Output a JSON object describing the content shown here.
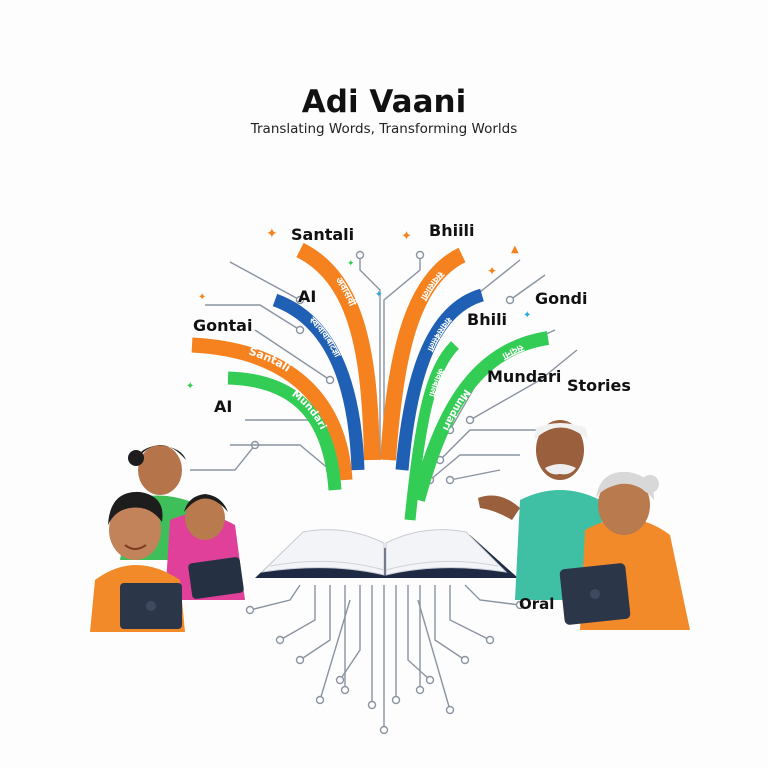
{
  "header": {
    "title": "Adi Vaani",
    "subtitle": "Translating Words, Transforming Worlds"
  },
  "labels": {
    "santali_top": "Santali",
    "bhiili": "Bhiili",
    "ai_top": "AI",
    "gontai": "Gontai",
    "gondi": "Gondi",
    "bhili": "Bhili",
    "mundari": "Mundari",
    "stories": "Stories",
    "ai_left": "AI",
    "oral": "Oral"
  },
  "ribbons": {
    "santali": "Santali",
    "mundari_left": "Mundari",
    "mundari_right": "Mundari",
    "devanagari_1": "अवासवी",
    "devanagari_2": "सवासाला",
    "devanagari_3": "स्वावावाबाटज्ञा",
    "devanagari_4": "शवासबेसला",
    "devanagari_5": "सदाना",
    "devanagari_6": "अवाबाला"
  },
  "colors": {
    "orange": "#f5821f",
    "blue": "#1f5fb4",
    "green": "#33cc55",
    "circuit": "#8a93a0"
  }
}
